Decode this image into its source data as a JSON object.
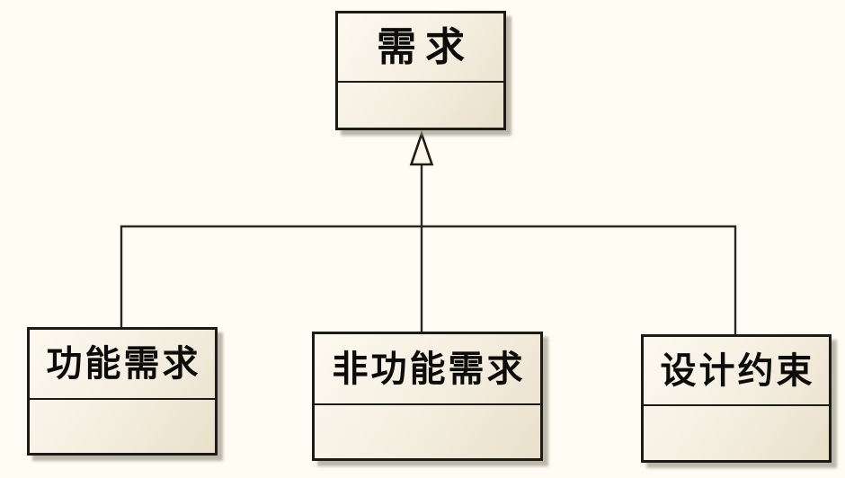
{
  "diagram": {
    "type": "uml-class-generalization",
    "parent": {
      "label": "需求"
    },
    "children": [
      {
        "label": "功能需求"
      },
      {
        "label": "非功能需求"
      },
      {
        "label": "设计约束"
      }
    ],
    "relationship": "generalization"
  },
  "colors": {
    "background": "#FFFDF3",
    "box_fill_light": "#FCF9F0",
    "box_fill_dark": "#E9DFCA",
    "border": "#1D1B16",
    "line": "#2A2722",
    "shadow": "#8F887A",
    "triangle_fill": "#FAF6E8",
    "text": "#0D0C0A"
  }
}
